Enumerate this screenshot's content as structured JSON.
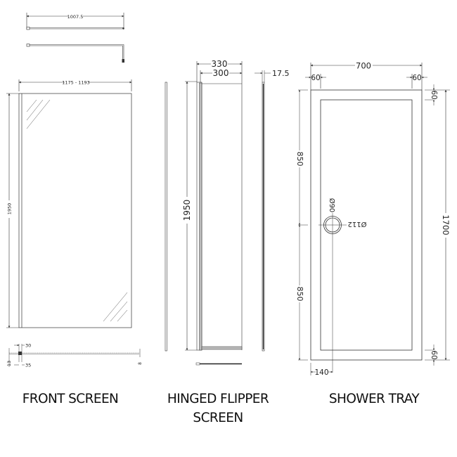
{
  "labels": {
    "front_screen": "FRONT SCREEN",
    "flipper_line1": "HINGED FLIPPER",
    "flipper_line2": "SCREEN",
    "shower_tray": "SHOWER TRAY"
  },
  "front_screen": {
    "support_bar_length": "1007.5",
    "width": "1175 - 1193",
    "height": "1950",
    "profile_a": "30",
    "profile_b": "35",
    "profile_c": "13",
    "glass_thickness": "8"
  },
  "flipper_screen": {
    "overall_width": "330",
    "glass_width": "300",
    "height": "1950",
    "thickness": "17.5"
  },
  "shower_tray": {
    "width": "700",
    "left_rim": "60",
    "right_rim": "60",
    "top_rim": "60",
    "bottom_rim": "60",
    "length": "1700",
    "upper_to_waste": "850",
    "lower_to_waste": "850",
    "waste_inner_dia": "Ø90",
    "waste_outer_dia": "Ø112",
    "waste_from_left": "140"
  },
  "colors": {
    "line": "#333333",
    "frame_fill": "#bdbdbd",
    "text": "#111111"
  }
}
